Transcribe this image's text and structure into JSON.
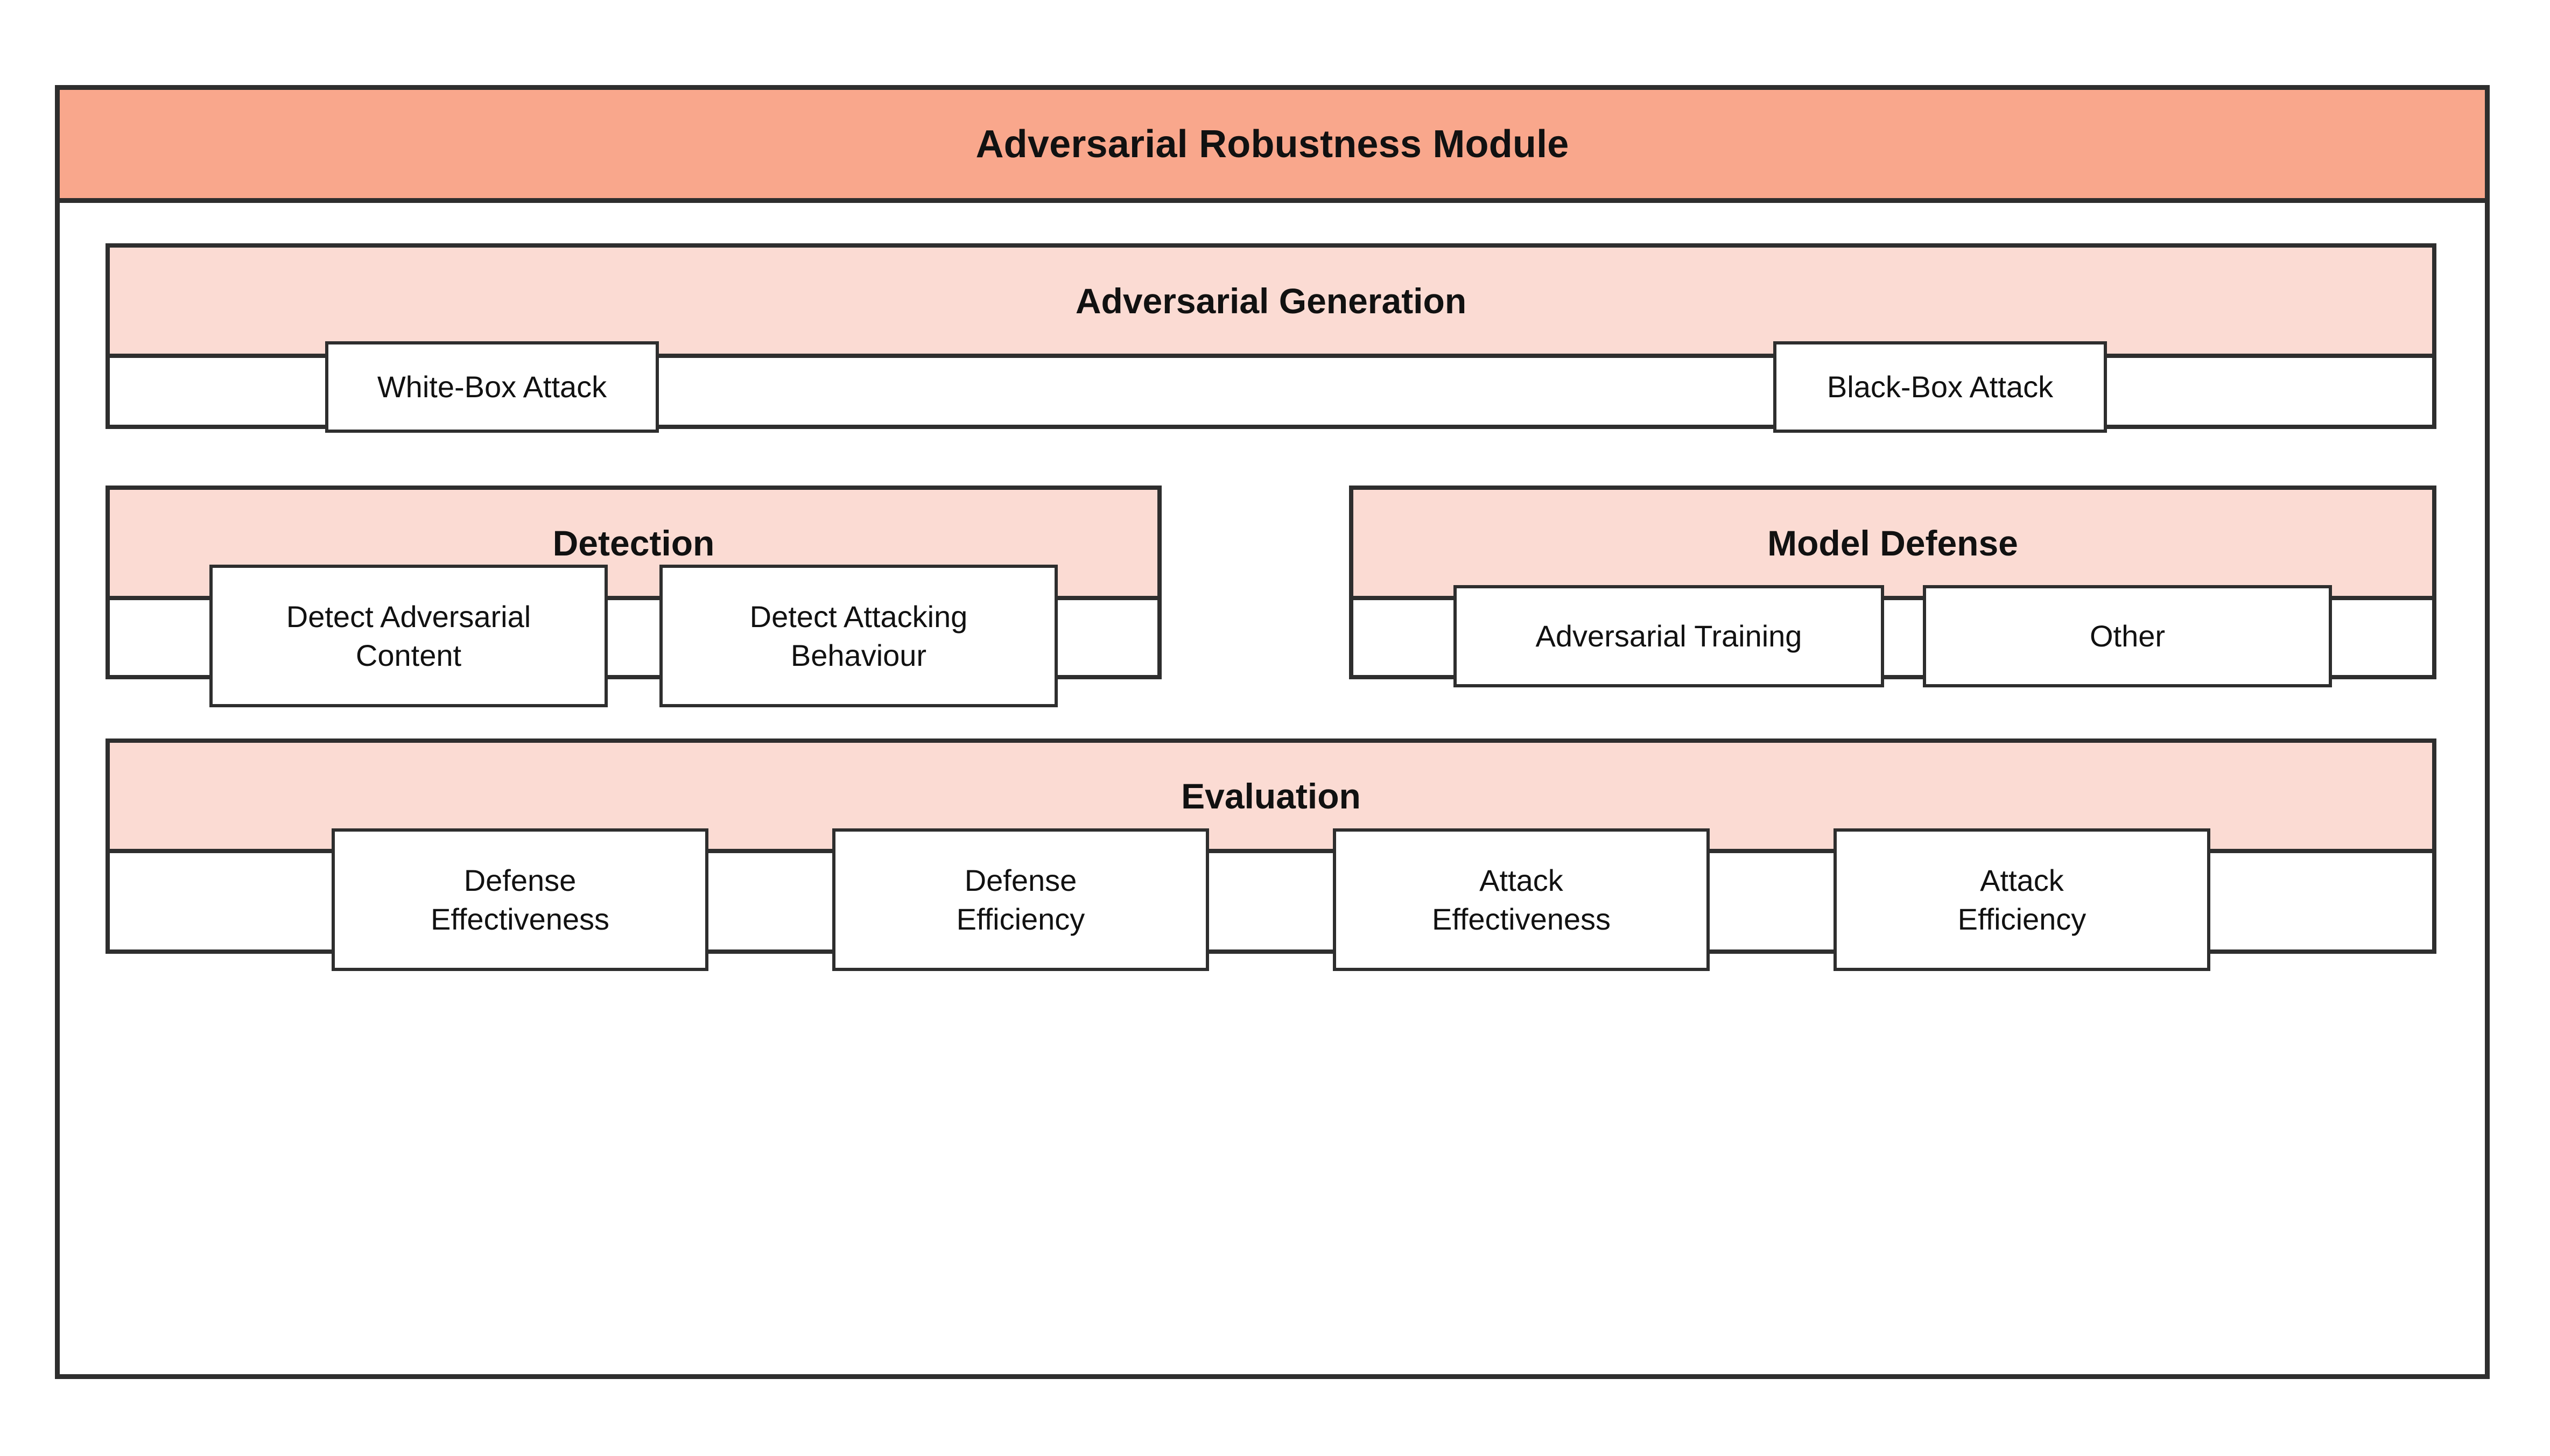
{
  "module": {
    "title": "Adversarial Robustness Module",
    "title_bar_color": "#F9A78C",
    "header_band_color": "#FBDBD3",
    "border_color": "#2E2E2E",
    "arrow_color": "#2B6E9E",
    "background_color": "#FFFFFF"
  },
  "panels": {
    "generation": {
      "header": "Adversarial Generation",
      "nodes": [
        {
          "label": "White-Box Attack"
        },
        {
          "label": "Black-Box Attack"
        }
      ]
    },
    "detection": {
      "header": "Detection",
      "nodes": [
        {
          "line1": "Detect Adversarial",
          "line2": "Content"
        },
        {
          "line1": "Detect Attacking",
          "line2": "Behaviour"
        }
      ]
    },
    "defense": {
      "header": "Model Defense",
      "nodes": [
        {
          "label": "Adversarial Training"
        },
        {
          "label": "Other"
        }
      ]
    },
    "evaluation": {
      "header": "Evaluation",
      "nodes": [
        {
          "line1": "Defense",
          "line2": "Effectiveness"
        },
        {
          "line1": "Defense",
          "line2": "Efficiency"
        },
        {
          "line1": "Attack",
          "line2": "Effectiveness"
        },
        {
          "line1": "Attack",
          "line2": "Efficiency"
        }
      ]
    }
  },
  "arrows": [
    {
      "from": "generation",
      "to": "detection"
    },
    {
      "from": "generation",
      "to": "defense"
    },
    {
      "from": "generation",
      "to": "evaluation"
    },
    {
      "from": "detection",
      "to": "evaluation"
    },
    {
      "from": "defense",
      "to": "evaluation"
    }
  ]
}
